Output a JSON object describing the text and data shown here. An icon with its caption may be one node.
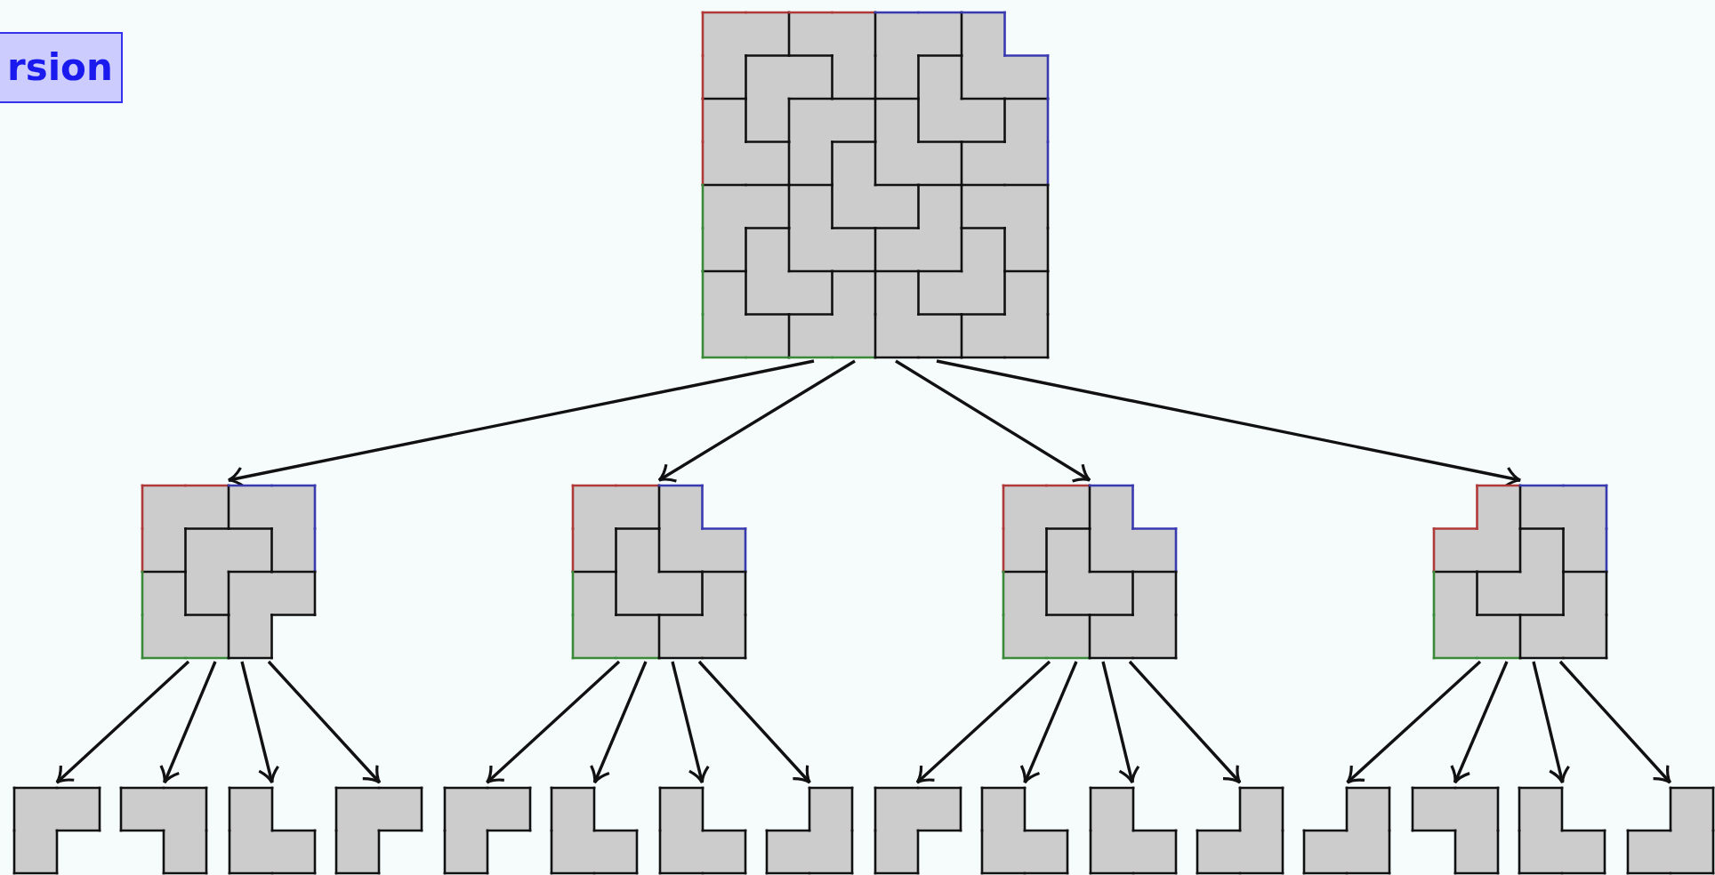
{
  "diagram": {
    "nodes": [
      {
        "text": [],
        "shape": "picture"
      },
      {
        "text": [],
        "shape": "picture"
      },
      {
        "text": [],
        "shape": "picture"
      },
      {
        "text": [],
        "shape": "picture"
      },
      {
        "text": [],
        "shape": "picture"
      },
      {
        "text": [],
        "shape": "picture"
      },
      {
        "text": [],
        "shape": "picture"
      },
      {
        "text": [],
        "shape": "picture"
      },
      {
        "text": [],
        "shape": "picture"
      },
      {
        "text": [],
        "shape": "picture"
      },
      {
        "text": [],
        "shape": "picture"
      },
      {
        "text": [],
        "shape": "picture"
      },
      {
        "text": [],
        "shape": "picture"
      },
      {
        "text": [],
        "shape": "picture"
      },
      {
        "text": [],
        "shape": "picture"
      },
      {
        "text": [],
        "shape": "picture"
      },
      {
        "text": [],
        "shape": "picture"
      },
      {
        "text": [],
        "shape": "picture"
      },
      {
        "text": [],
        "shape": "picture"
      },
      {
        "text": [],
        "shape": "picture"
      },
      {
        "text": [],
        "shape": "picture"
      }
    ],
    "edges": [
      {
        "from": 0,
        "to": 1,
        "arrow": "to"
      },
      {
        "from": 0,
        "to": 2,
        "arrow": "to"
      },
      {
        "from": 0,
        "to": 3,
        "arrow": "to"
      },
      {
        "from": 0,
        "to": 4,
        "arrow": "to"
      },
      {
        "from": 1,
        "to": 5,
        "arrow": "to"
      },
      {
        "from": 1,
        "to": 6,
        "arrow": "to"
      },
      {
        "from": 1,
        "to": 7,
        "arrow": "to"
      },
      {
        "from": 1,
        "to": 8,
        "arrow": "to"
      },
      {
        "from": 2,
        "to": 9,
        "arrow": "to"
      },
      {
        "from": 2,
        "to": 10,
        "arrow": "to"
      },
      {
        "from": 2,
        "to": 11,
        "arrow": "to"
      },
      {
        "from": 2,
        "to": 12,
        "arrow": "to"
      },
      {
        "from": 3,
        "to": 13,
        "arrow": "to"
      },
      {
        "from": 3,
        "to": 14,
        "arrow": "to"
      },
      {
        "from": 3,
        "to": 15,
        "arrow": "to"
      },
      {
        "from": 3,
        "to": 16,
        "arrow": "to"
      },
      {
        "from": 4,
        "to": 17,
        "arrow": "to"
      },
      {
        "from": 4,
        "to": 18,
        "arrow": "to"
      },
      {
        "from": 4,
        "to": 19,
        "arrow": "to"
      },
      {
        "from": 4,
        "to": 20,
        "arrow": "to"
      }
    ],
    "labels": [
      "rsion"
    ]
  }
}
